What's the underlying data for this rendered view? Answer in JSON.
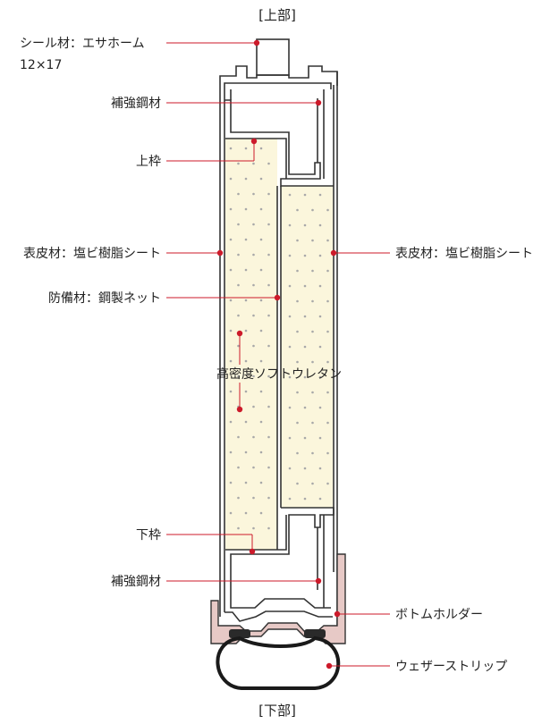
{
  "title_top": "[上部]",
  "title_bottom": "[下部]",
  "labels": {
    "seal_line1": "シール材：エサホーム",
    "seal_line2": "12×17",
    "reinforce_top": "補強鋼材",
    "upper_frame": "上枠",
    "skin_left": "表皮材：塩ビ樹脂シート",
    "skin_right": "表皮材：塩ビ樹脂シート",
    "security": "防備材：鋼製ネット",
    "urethane": "高密度ソフトウレタン",
    "lower_frame": "下枠",
    "reinforce_bottom": "補強鋼材",
    "bottom_holder": "ボトムホルダー",
    "weather_strip": "ウェザーストリップ"
  },
  "colors": {
    "core_fill": "#fbf6dc",
    "dot": "#a8a8a8",
    "frame_stroke": "#333333",
    "leader": "#cc1a2a",
    "holder_fill": "#e7c9c6",
    "strip_fill": "#2a2a2a"
  }
}
